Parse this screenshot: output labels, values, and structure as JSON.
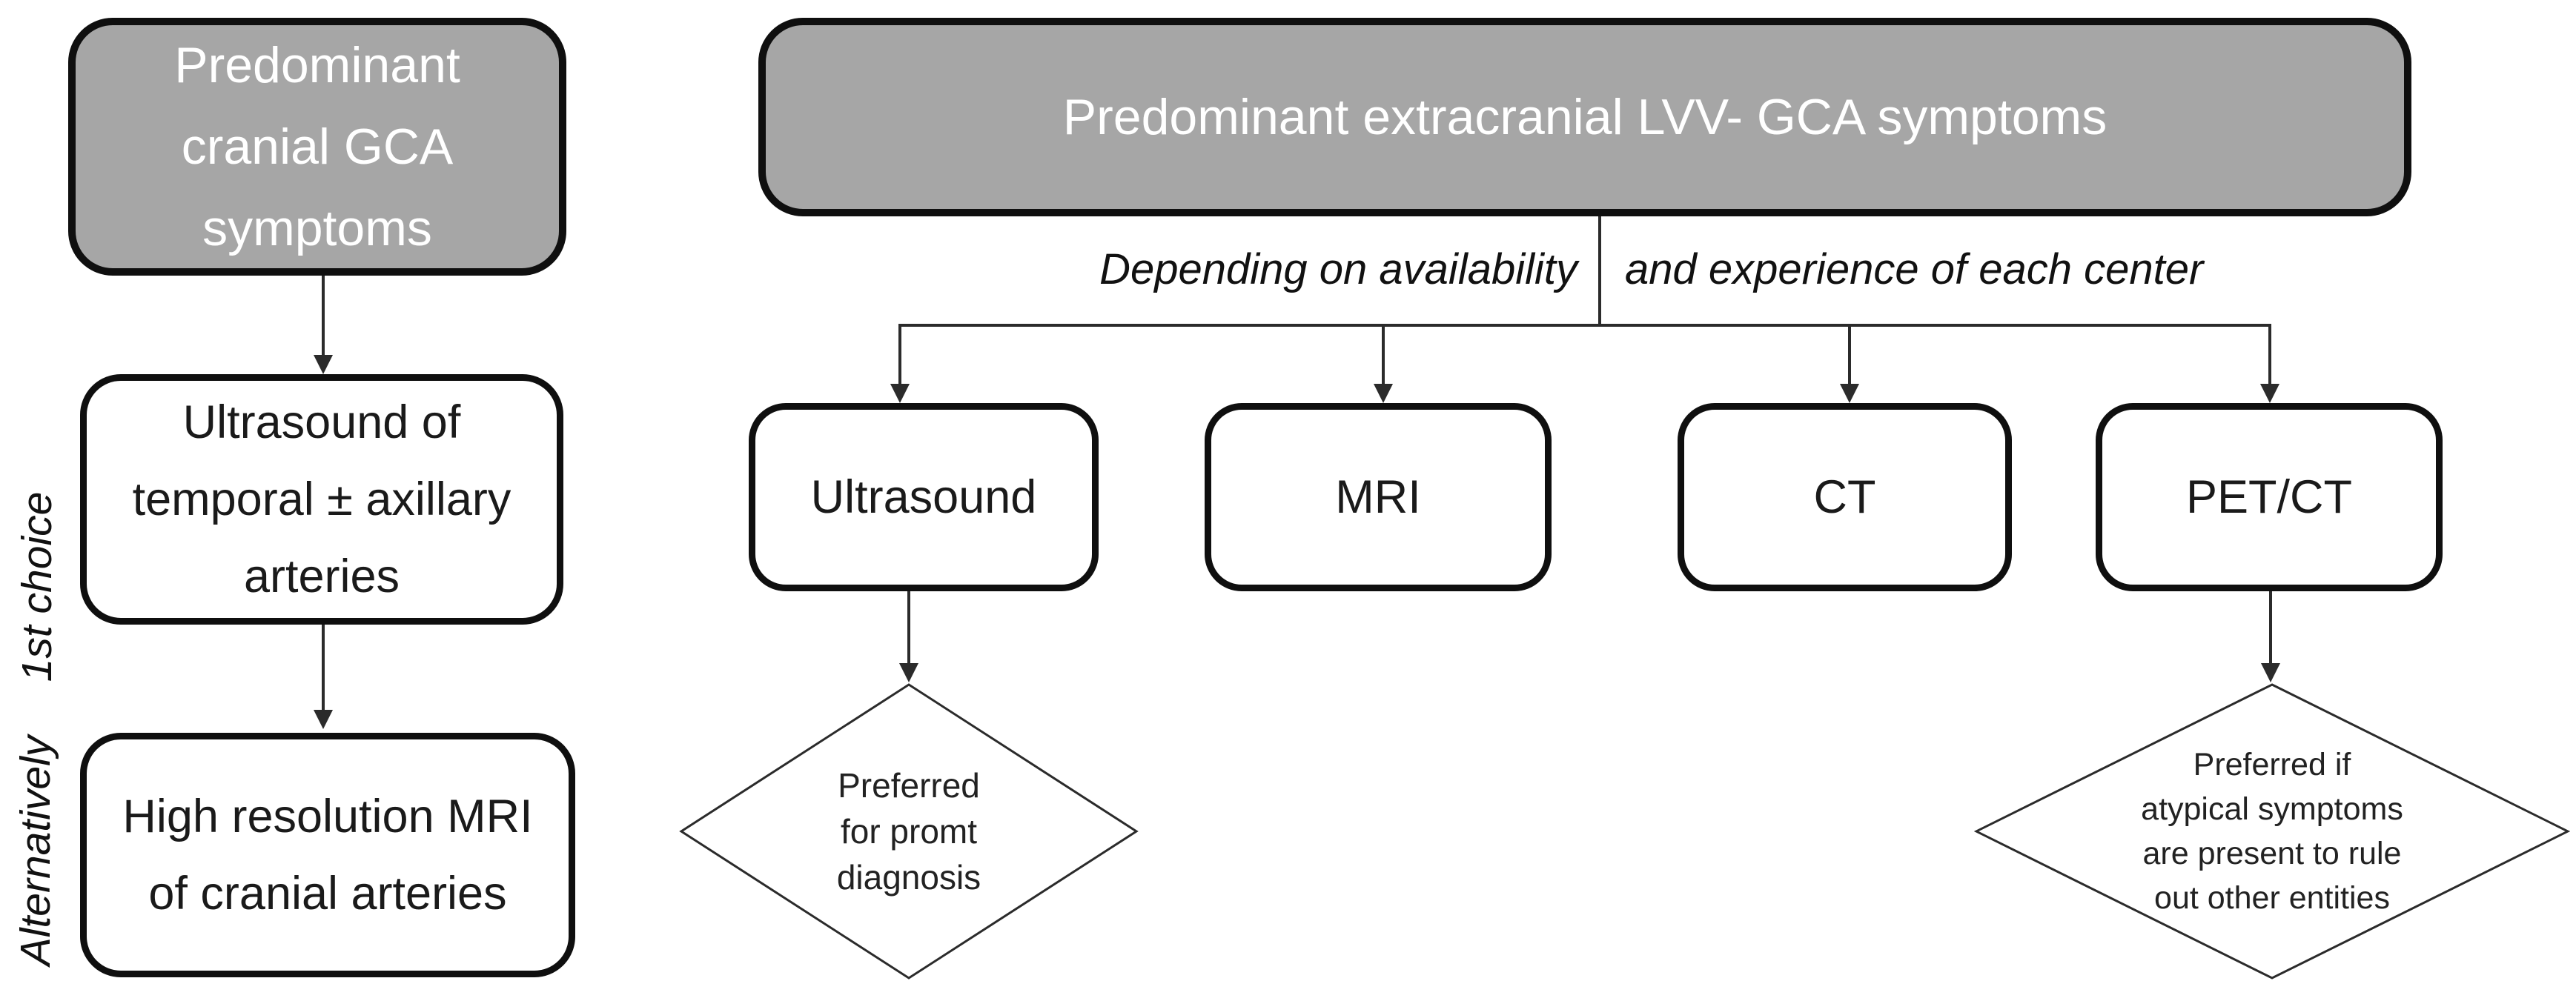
{
  "left_branch": {
    "root": {
      "lines": [
        "Predominant",
        "cranial GCA",
        "symptoms"
      ]
    },
    "first_choice_label": "1st choice",
    "ultrasound_box": {
      "lines": [
        "Ultrasound of",
        "temporal ± axillary",
        "arteries"
      ]
    },
    "alternatively_label": "Alternatively",
    "mri_box": {
      "lines": [
        "High resolution MRI",
        "of cranial arteries"
      ]
    }
  },
  "right_branch": {
    "root": "Predominant extracranial LVV- GCA symptoms",
    "note": {
      "left_part": "Depending on  availability",
      "right_part": "and experience of each center"
    },
    "modalities": [
      "Ultrasound",
      "MRI",
      "CT",
      "PET/CT"
    ],
    "ultrasound_diamond": {
      "lines": [
        "Preferred",
        "for promt",
        "diagnosis"
      ]
    },
    "petct_diamond": {
      "lines": [
        "Preferred if",
        "atypical symptoms",
        "are present to rule",
        "out other entities"
      ]
    }
  },
  "colors": {
    "gray_node_fill": "#a6a6a6",
    "gray_node_text": "#ffffff",
    "node_border": "#0f0f0f",
    "connector": "#2b2b2b",
    "background": "#ffffff"
  }
}
